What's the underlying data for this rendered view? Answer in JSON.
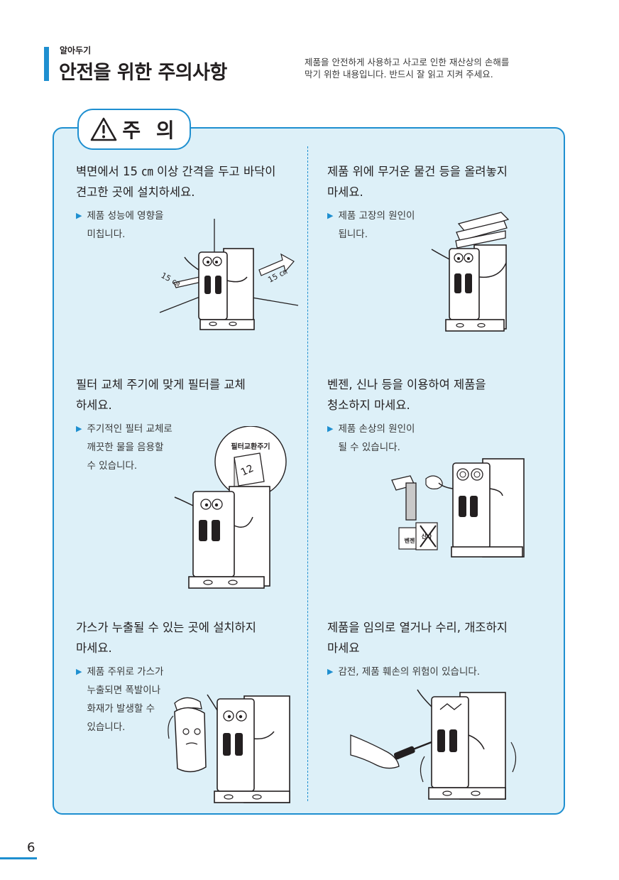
{
  "header": {
    "category": "알아두기",
    "title": "안전을 위한 주의사항",
    "description_line1": "제품을 안전하게 사용하고 사고로 인한 재산상의 손해를",
    "description_line2": "막기 위한 내용입니다. 반드시 잘 읽고 지켜 주세요."
  },
  "badge": {
    "label": "주 의",
    "icon": "warning-triangle-icon"
  },
  "sections": [
    {
      "title_lines": [
        "벽면에서 15 ㎝ 이상 간격을 두고 바닥이",
        "견고한 곳에 설치하세요."
      ],
      "note_lines": [
        "제품 성능에 영향을",
        "미칩니다."
      ],
      "illustration": {
        "left_label": "15 ㎝",
        "right_label": "15 ㎝"
      }
    },
    {
      "title_lines": [
        "제품 위에 무거운 물건 등을 올려놓지",
        "마세요."
      ],
      "note_lines": [
        "제품 고장의 원인이",
        "됩니다."
      ]
    },
    {
      "title_lines": [
        "필터 교체 주기에 맞게 필터를 교체",
        "하세요."
      ],
      "note_lines": [
        "주기적인 필터 교체로",
        "깨끗한 물을 음용할",
        "수 있습니다."
      ],
      "illustration": {
        "bubble_label": "필터교환주기",
        "calendar_number": "12"
      }
    },
    {
      "title_lines": [
        "벤젠, 신나 등을 이용하여 제품을",
        "청소하지 마세요."
      ],
      "note_lines": [
        "제품 손상의 원인이",
        "될 수 있습니다."
      ],
      "illustration": {
        "can1_label": "벤젠",
        "can2_label": "신나"
      }
    },
    {
      "title_lines": [
        "가스가 누출될 수 있는 곳에 설치하지",
        "마세요."
      ],
      "note_lines": [
        "제품 주위로 가스가",
        "누출되면 폭발이나",
        "화재가 발생할 수",
        "있습니다."
      ]
    },
    {
      "title_lines": [
        "제품을 임의로 열거나 수리, 개조하지",
        "마세요"
      ],
      "note_lines": [
        "감전, 제품 훼손의 위험이 있습니다."
      ]
    }
  ],
  "bullet_symbol": "▶",
  "page_number": "6",
  "colors": {
    "accent": "#1e8fd0",
    "panel_bg": "#ddf0f8",
    "text": "#231f20"
  }
}
